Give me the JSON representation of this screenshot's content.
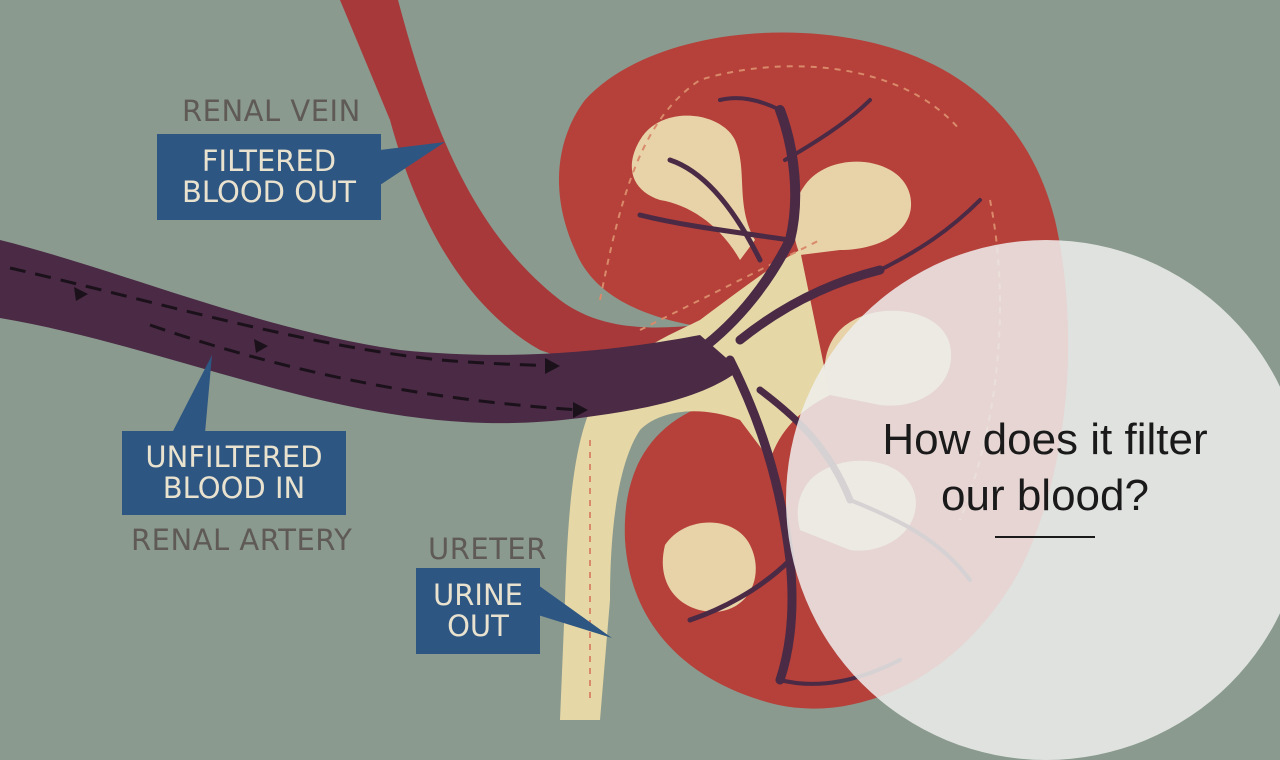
{
  "labels": {
    "renal_vein": "RENAL VEIN",
    "filtered_line1": "FILTERED",
    "filtered_line2": "BLOOD OUT",
    "unfiltered_line1": "UNFILTERED",
    "unfiltered_line2": "BLOOD IN",
    "renal_artery": "RENAL ARTERY",
    "ureter": "URETER",
    "urine_line1": "URINE",
    "urine_line2": "OUT"
  },
  "overlay": {
    "line1": "How does it filter",
    "line2": "our blood?"
  },
  "colors": {
    "background": "#8a9a8e",
    "kidney": "#b6403a",
    "vein": "#a8393a",
    "artery": "#4a2a45",
    "pelvis": "#e6d7a6",
    "label_box": "#2e5682",
    "label_text": "#e9e2cf"
  }
}
